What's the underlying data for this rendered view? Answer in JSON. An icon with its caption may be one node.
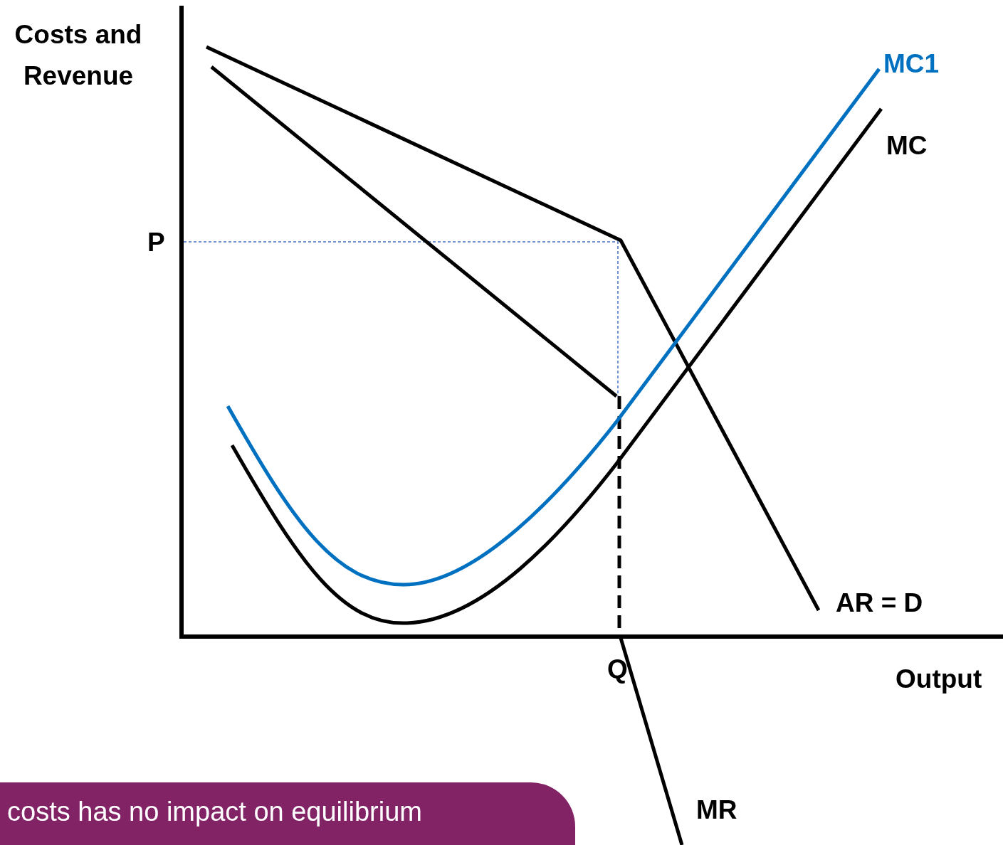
{
  "diagram": {
    "nodes": [
      {
        "text": [
          "costs has no impact on equilibrium"
        ]
      }
    ],
    "labels": [
      "Costs and Revenue",
      "P",
      "MC1",
      "MC",
      "AR = D",
      "Q",
      "Output",
      "MR"
    ]
  }
}
